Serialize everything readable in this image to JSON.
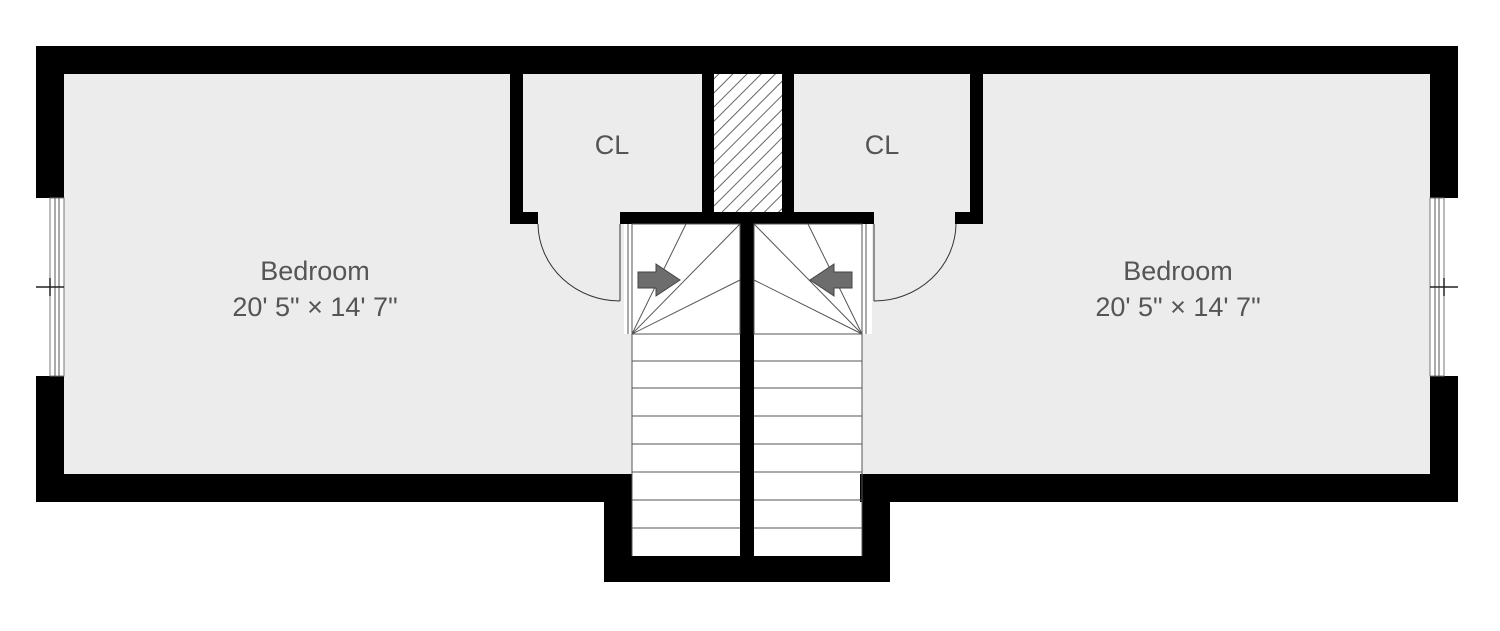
{
  "rooms": {
    "bedroom_left": {
      "name": "Bedroom",
      "dimensions": "20' 5\" × 14' 7\""
    },
    "bedroom_right": {
      "name": "Bedroom",
      "dimensions": "20' 5\" × 14' 7\""
    },
    "closet_left": {
      "name": "CL"
    },
    "closet_right": {
      "name": "CL"
    }
  },
  "colors": {
    "wall": "#000000",
    "floor": "#ececec",
    "stair_floor": "#ffffff",
    "label": "#555555",
    "arrow": "#6d6d6d"
  }
}
